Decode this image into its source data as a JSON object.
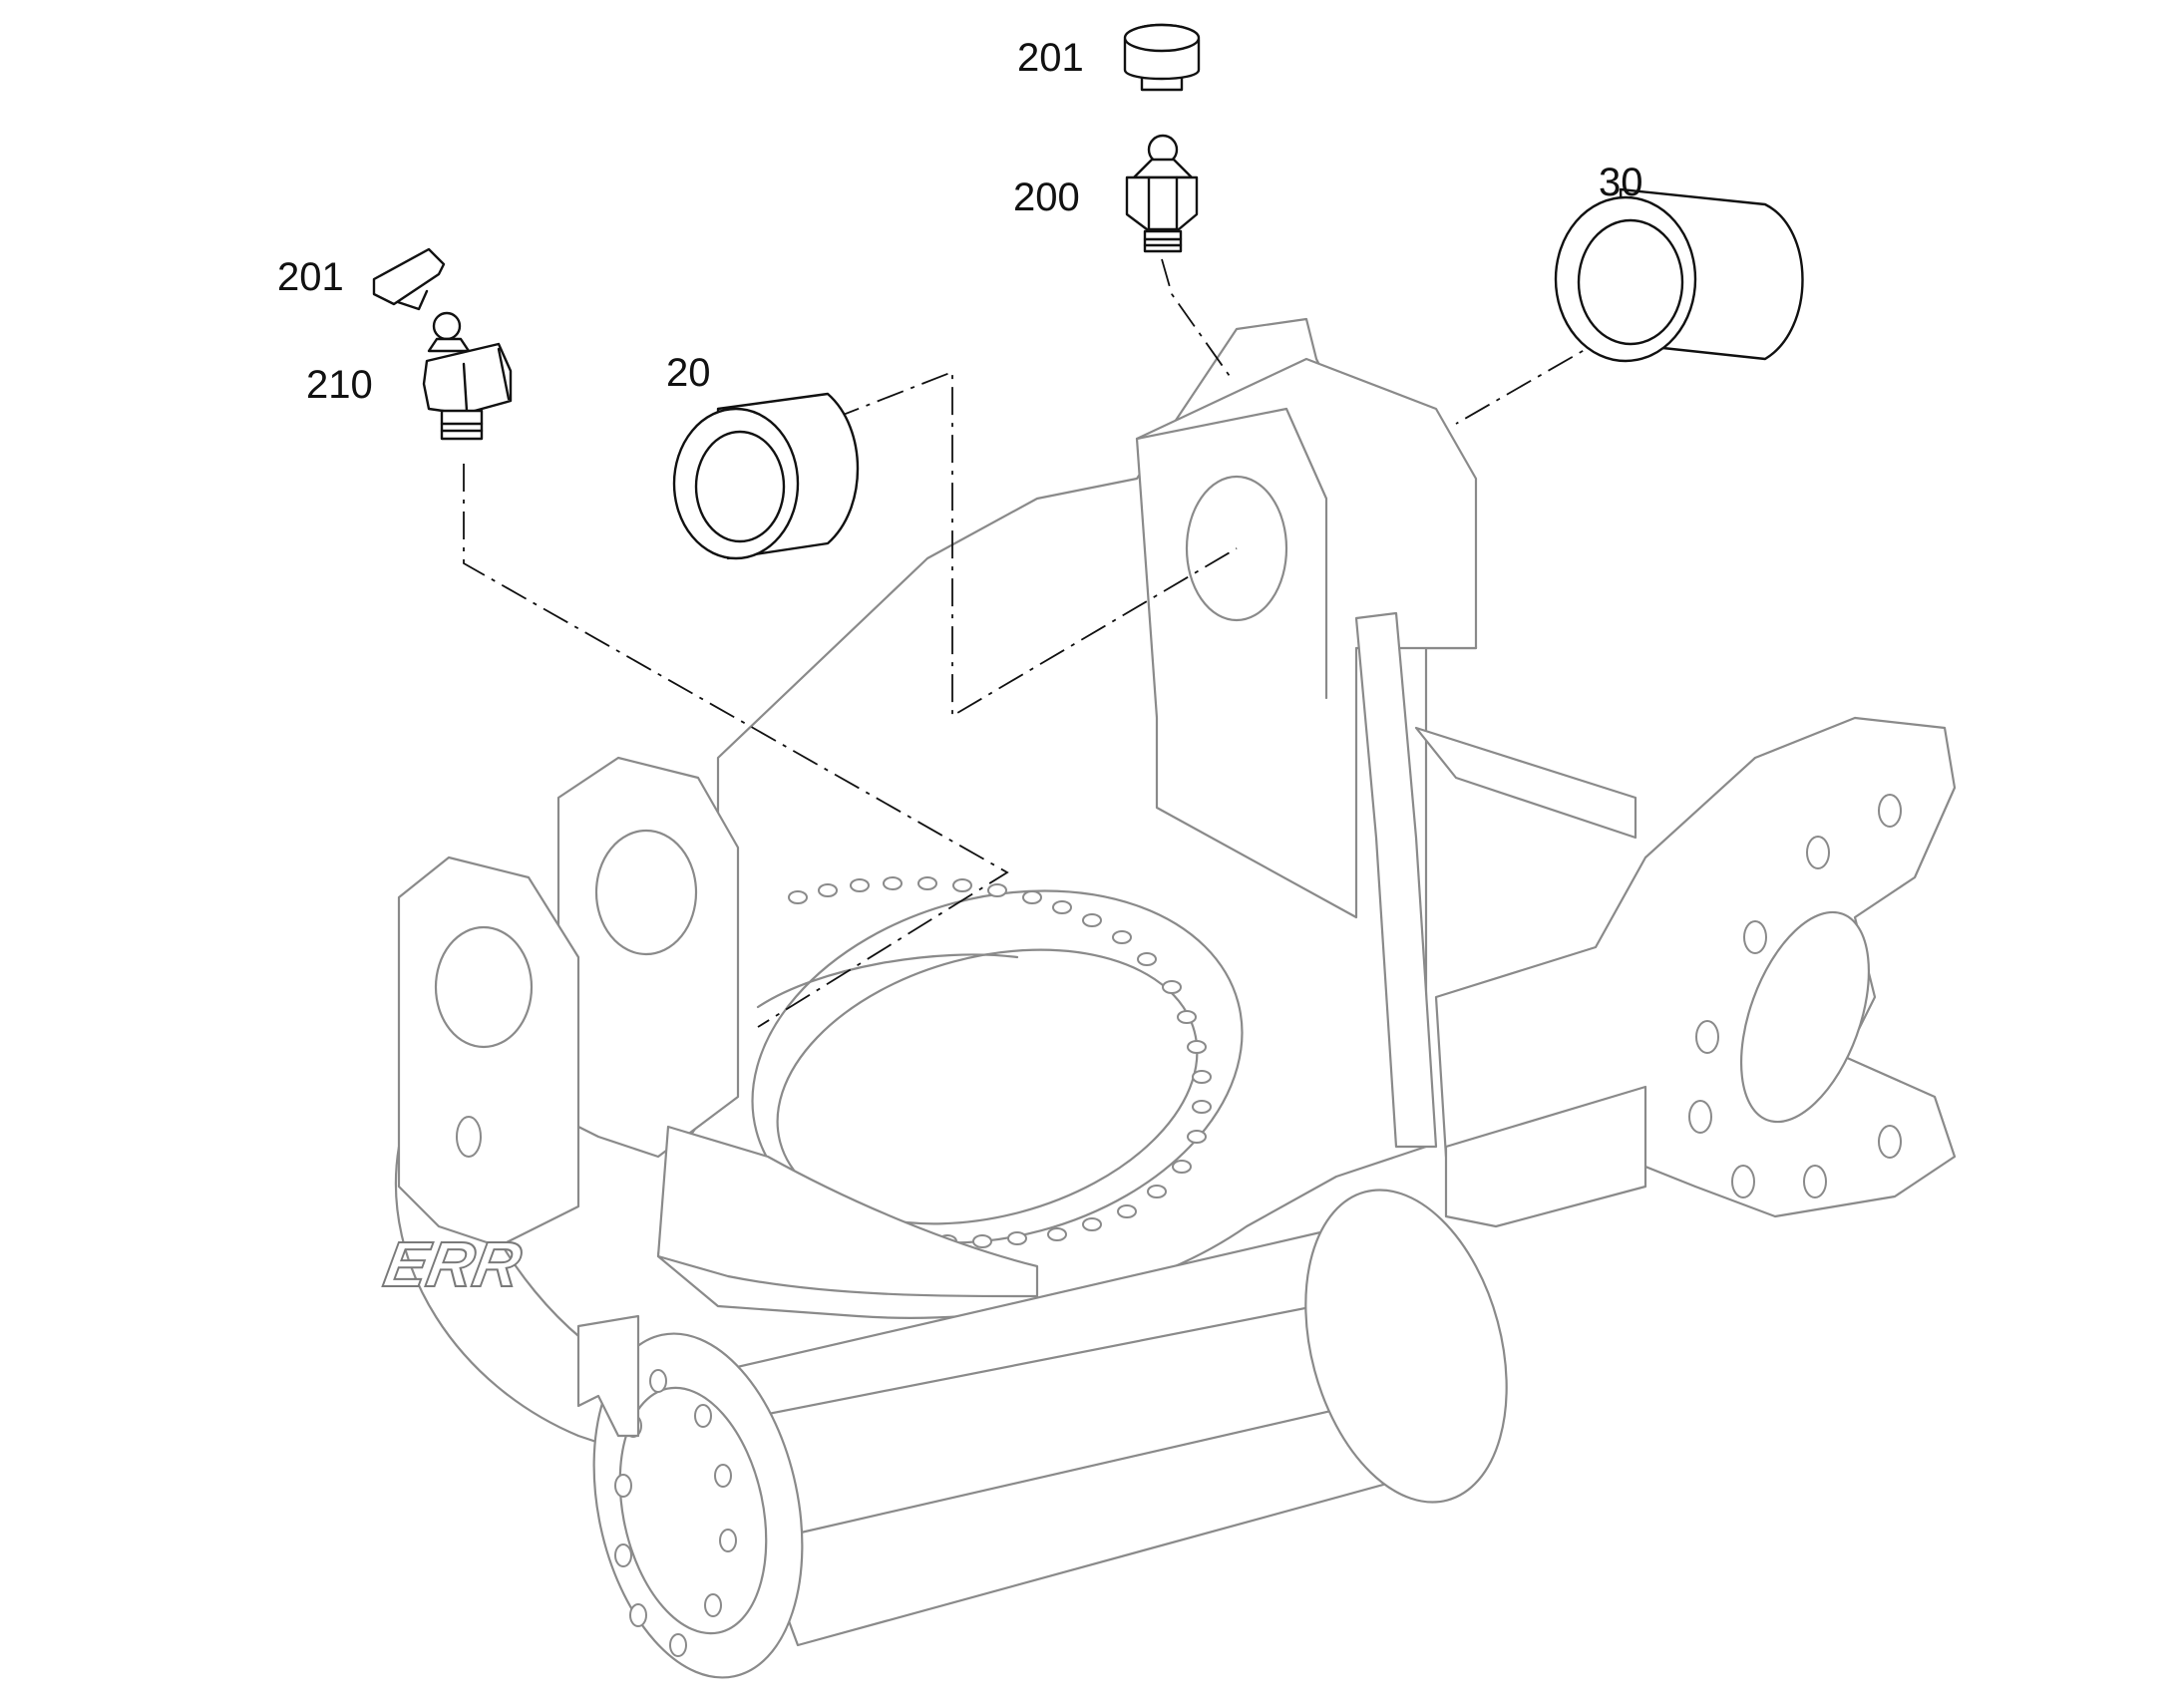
{
  "colors": {
    "line": "#8a8a8a",
    "ink": "#111111",
    "background": "#ffffff"
  },
  "labels": {
    "p201_top": "201",
    "p200": "200",
    "p30": "30",
    "p201_left": "201",
    "p210": "210",
    "p20": "20"
  },
  "logo": {
    "text": "ERR"
  }
}
